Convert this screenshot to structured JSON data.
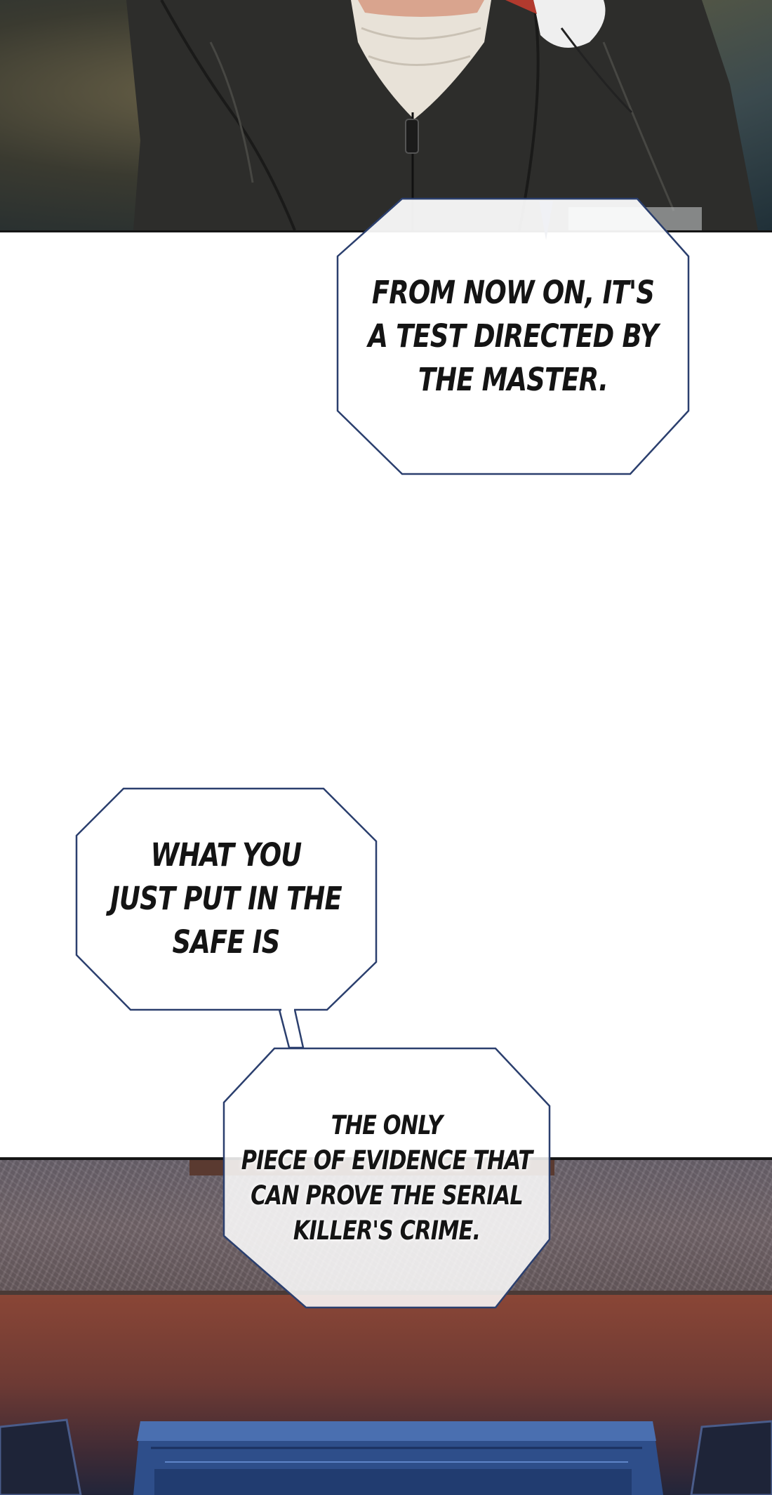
{
  "page": {
    "background_color": "#ffffff"
  },
  "panels": {
    "top": {
      "palette": {
        "hoodie": "#2d2d2b",
        "shirt": "#e8e2d8",
        "background": "#3b4a4e"
      }
    },
    "bottom": {
      "palette": {
        "wall": "#6e6670",
        "wood": "#7a3e34",
        "safe": "#2e4e8a"
      }
    }
  },
  "bubbles": [
    {
      "id": "bubble-1",
      "text": "FROM NOW ON, IT'S\nA TEST DIRECTED BY\nTHE MASTER.",
      "border_color": "#2b3f6e"
    },
    {
      "id": "bubble-2",
      "text": "WHAT YOU\nJUST PUT IN THE\nSAFE IS",
      "border_color": "#2b3f6e"
    },
    {
      "id": "bubble-3",
      "text": "THE ONLY\nPIECE OF EVIDENCE THAT\nCAN PROVE THE SERIAL\nKILLER'S CRIME.",
      "border_color": "#2b3f6e"
    }
  ]
}
